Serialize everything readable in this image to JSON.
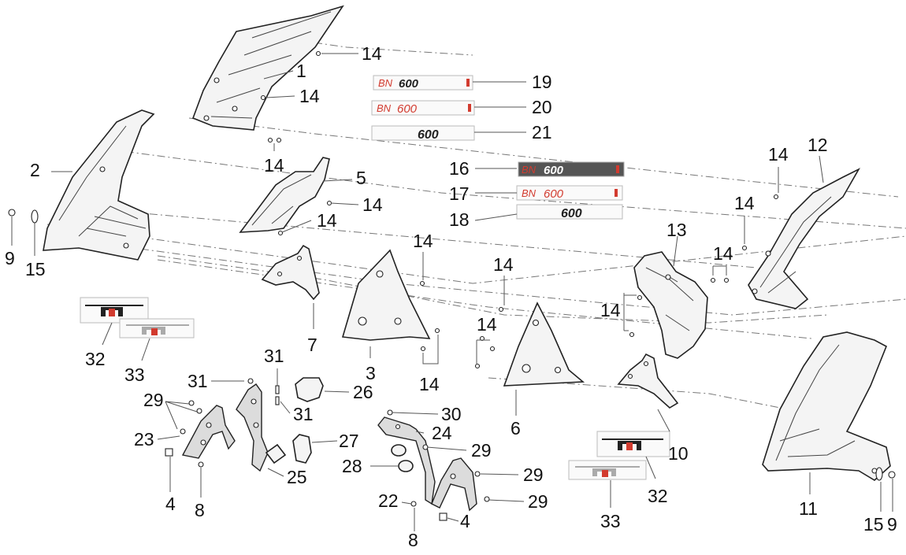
{
  "diagram": {
    "callouts": [
      {
        "id": "c14a",
        "label": "14"
      },
      {
        "id": "c1",
        "label": "1"
      },
      {
        "id": "c14b",
        "label": "14"
      },
      {
        "id": "c14c",
        "label": "14"
      },
      {
        "id": "c2",
        "label": "2"
      },
      {
        "id": "c5",
        "label": "5"
      },
      {
        "id": "c14d",
        "label": "14"
      },
      {
        "id": "c14e",
        "label": "14"
      },
      {
        "id": "c9a",
        "label": "9"
      },
      {
        "id": "c15a",
        "label": "15"
      },
      {
        "id": "c19",
        "label": "19"
      },
      {
        "id": "c20",
        "label": "20"
      },
      {
        "id": "c21",
        "label": "21"
      },
      {
        "id": "c16",
        "label": "16"
      },
      {
        "id": "c17",
        "label": "17"
      },
      {
        "id": "c18",
        "label": "18"
      },
      {
        "id": "c14f",
        "label": "14"
      },
      {
        "id": "c7",
        "label": "7"
      },
      {
        "id": "c3",
        "label": "3"
      },
      {
        "id": "c14g",
        "label": "14"
      },
      {
        "id": "c14h",
        "label": "14"
      },
      {
        "id": "c14i",
        "label": "14"
      },
      {
        "id": "c6",
        "label": "6"
      },
      {
        "id": "c13",
        "label": "13"
      },
      {
        "id": "c14j",
        "label": "14"
      },
      {
        "id": "c14k",
        "label": "14"
      },
      {
        "id": "c14l",
        "label": "14"
      },
      {
        "id": "c14m",
        "label": "14"
      },
      {
        "id": "c12",
        "label": "12"
      },
      {
        "id": "c10",
        "label": "10"
      },
      {
        "id": "c11",
        "label": "11"
      },
      {
        "id": "c15b",
        "label": "15"
      },
      {
        "id": "c9b",
        "label": "9"
      },
      {
        "id": "c32a",
        "label": "32"
      },
      {
        "id": "c33a",
        "label": "33"
      },
      {
        "id": "c31a",
        "label": "31"
      },
      {
        "id": "c31b",
        "label": "31"
      },
      {
        "id": "c31c",
        "label": "31"
      },
      {
        "id": "c29a",
        "label": "29"
      },
      {
        "id": "c23",
        "label": "23"
      },
      {
        "id": "c26",
        "label": "26"
      },
      {
        "id": "c27",
        "label": "27"
      },
      {
        "id": "c25",
        "label": "25"
      },
      {
        "id": "c4a",
        "label": "4"
      },
      {
        "id": "c8a",
        "label": "8"
      },
      {
        "id": "c30",
        "label": "30"
      },
      {
        "id": "c24",
        "label": "24"
      },
      {
        "id": "c29b",
        "label": "29"
      },
      {
        "id": "c28",
        "label": "28"
      },
      {
        "id": "c29c",
        "label": "29"
      },
      {
        "id": "c29d",
        "label": "29"
      },
      {
        "id": "c22",
        "label": "22"
      },
      {
        "id": "c4b",
        "label": "4"
      },
      {
        "id": "c8b",
        "label": "8"
      },
      {
        "id": "c32b",
        "label": "32"
      },
      {
        "id": "c33b",
        "label": "33"
      }
    ],
    "decals": {
      "d19": {
        "prefix": "BN",
        "suffix": "600"
      },
      "d20": {
        "prefix": "BN",
        "suffix": "600"
      },
      "d21": {
        "suffix": "600"
      },
      "d16": {
        "prefix": "BN",
        "suffix": "600"
      },
      "d17": {
        "prefix": "BN",
        "suffix": "600"
      },
      "d18": {
        "suffix": "600"
      }
    },
    "colors": {
      "accent_red": "#d23b2f",
      "line": "#222222",
      "leader": "#555555"
    }
  }
}
